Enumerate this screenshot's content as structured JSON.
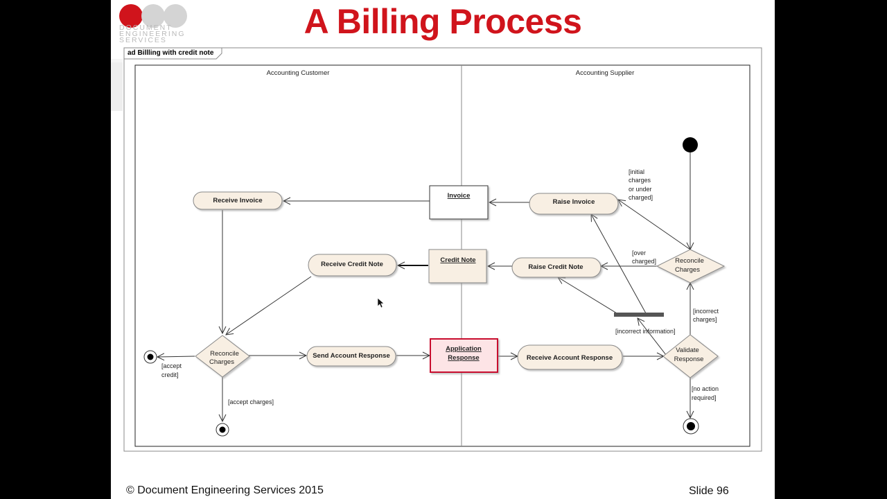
{
  "slide": {
    "title": "A Billing Process",
    "logo_text": [
      "DOCUMENT",
      "ENGINEERING",
      "SERVICES"
    ],
    "footer_left": "© Document Engineering Services 2015",
    "footer_right": "Slide 96"
  },
  "diagram": {
    "frame_label": "ad Billling with credit note",
    "lanes": {
      "customer": "Accounting Customer",
      "supplier": "Accounting Supplier"
    },
    "nodes": {
      "receive_invoice": "Receive Invoice",
      "invoice": "Invoice",
      "raise_invoice": "Raise Invoice",
      "receive_credit_note": "Receive Credit Note",
      "credit_note": "Credit Note",
      "raise_credit_note": "Raise Credit Note",
      "reconcile_supplier": [
        "Reconcile",
        "Charges"
      ],
      "reconcile_customer": [
        "Reconcile",
        "Charges"
      ],
      "send_account_response": "Send Account Response",
      "application_response": [
        "Application",
        "Response"
      ],
      "receive_account_response": "Receive Account Response",
      "validate_response": [
        "Validate",
        "Response"
      ]
    },
    "guards": {
      "initial_charges": [
        "[initial",
        "charges",
        "or under",
        "charged]"
      ],
      "over_charged": [
        "[over",
        "charged]"
      ],
      "incorrect_charges": [
        "[incorrect",
        "charges]"
      ],
      "incorrect_information": "[incorrect information]",
      "no_action": [
        "[no action",
        "required]"
      ],
      "accept_credit": [
        "[accept",
        "credit]"
      ],
      "accept_charges": "[accept charges]"
    },
    "colors": {
      "action_fill": "#f8efe3",
      "highlight_border": "#c8102e",
      "highlight_fill": "#fde4e6",
      "brand_red": "#d0141c"
    }
  }
}
